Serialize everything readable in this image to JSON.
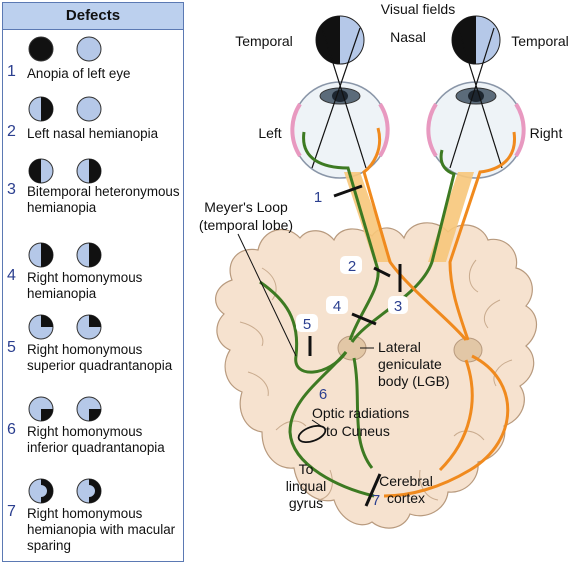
{
  "panel": {
    "title": "Defects",
    "items": [
      {
        "num": "1",
        "label": "Anopia of left eye"
      },
      {
        "num": "2",
        "label": "Left nasal hemianopia"
      },
      {
        "num": "3",
        "label": "Bitemporal heteronymous hemianopia"
      },
      {
        "num": "4",
        "label": "Right homonymous hemianopia"
      },
      {
        "num": "5",
        "label": "Right homonymous superior quadrantanopia"
      },
      {
        "num": "6",
        "label": "Right homonymous inferior quadrantanopia"
      },
      {
        "num": "7",
        "label": "Right homonymous hemianopia with macular sparing"
      }
    ]
  },
  "diagram": {
    "visual_fields": "Visual fields",
    "temporal_left": "Temporal",
    "nasal": "Nasal",
    "temporal_right": "Temporal",
    "left": "Left",
    "right": "Right",
    "meyers_loop_1": "Meyer's Loop",
    "meyers_loop_2": "(temporal lobe)",
    "lgb_1": "Lateral",
    "lgb_2": "geniculate",
    "lgb_3": "body (LGB)",
    "optic_rad_1": "Optic radiations",
    "optic_rad_2": "to Cuneus",
    "lingual_1": "To",
    "lingual_2": "lingual",
    "lingual_3": "gyrus",
    "cortex_1": "Cerebral",
    "cortex_2": "cortex",
    "lesion_numbers": [
      "1",
      "2",
      "3",
      "4",
      "5",
      "6",
      "7"
    ]
  },
  "colors": {
    "field_dark": "#111111",
    "field_light": "#b5c8e8",
    "panel_border": "#5b79b3",
    "panel_header": "#bcd0ee",
    "number_blue": "#2b3f8f",
    "brain_fill": "#f6e2cf",
    "left_pathway": "#3d7a22",
    "right_pathway": "#f08a1e",
    "optic_nerve_fill": "#f7c77a",
    "lgb_fill": "#e2c7a6"
  },
  "icons": {
    "field_circle": "visual-field-circle-icon",
    "lesion_bar": "lesion-bar"
  }
}
